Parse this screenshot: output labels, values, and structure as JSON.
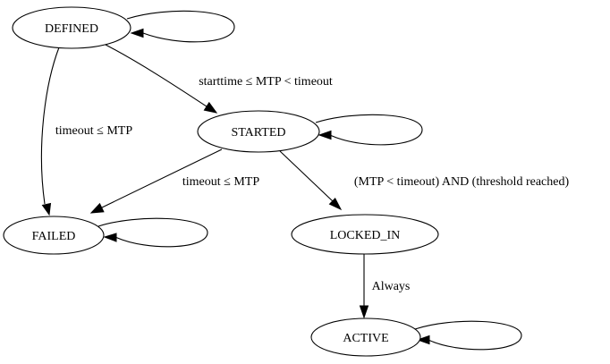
{
  "diagram": {
    "type": "state-machine",
    "background_color": "#ffffff",
    "line_color": "#000000",
    "text_color": "#000000",
    "nodes": [
      {
        "id": "DEFINED",
        "label": "DEFINED",
        "self_loop": true
      },
      {
        "id": "STARTED",
        "label": "STARTED",
        "self_loop": true
      },
      {
        "id": "FAILED",
        "label": "FAILED",
        "self_loop": true
      },
      {
        "id": "LOCKED_IN",
        "label": "LOCKED_IN",
        "self_loop": false
      },
      {
        "id": "ACTIVE",
        "label": "ACTIVE",
        "self_loop": true
      }
    ],
    "edges": [
      {
        "from": "DEFINED",
        "to": "STARTED",
        "label": "starttime ≤ MTP < timeout"
      },
      {
        "from": "DEFINED",
        "to": "FAILED",
        "label": "timeout ≤ MTP"
      },
      {
        "from": "STARTED",
        "to": "FAILED",
        "label": "timeout ≤ MTP"
      },
      {
        "from": "STARTED",
        "to": "LOCKED_IN",
        "label": "(MTP < timeout) AND (threshold reached)"
      },
      {
        "from": "LOCKED_IN",
        "to": "ACTIVE",
        "label": "Always"
      }
    ]
  }
}
